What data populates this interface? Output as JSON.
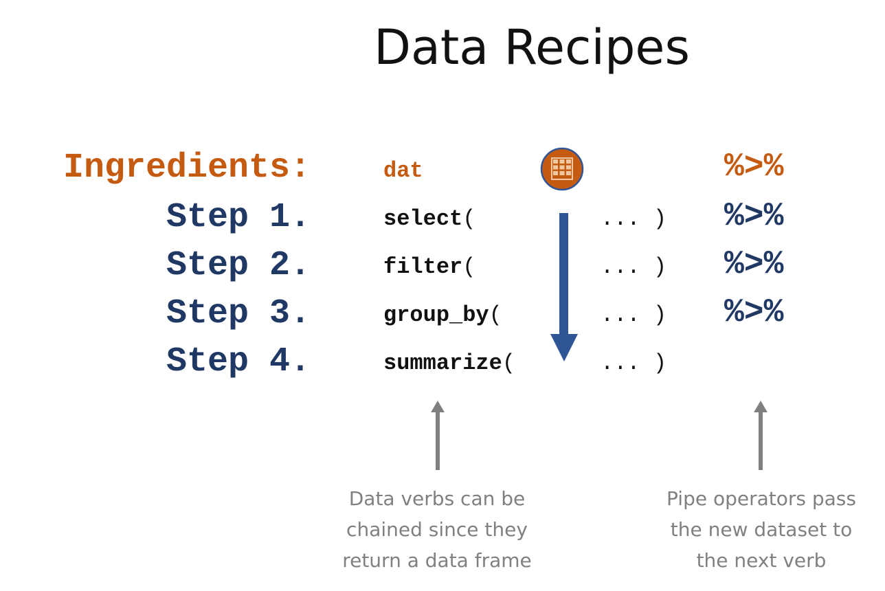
{
  "title": "Data Recipes",
  "steps": [
    {
      "label": "Ingredients:",
      "verb": "dat",
      "paren": "",
      "args": "",
      "pipe": "%>%"
    },
    {
      "label": "Step 1.",
      "verb": "select",
      "paren": "(",
      "args": "... )",
      "pipe": "%>%"
    },
    {
      "label": "Step 2.",
      "verb": "filter",
      "paren": "(",
      "args": "... )",
      "pipe": "%>%"
    },
    {
      "label": "Step 3.",
      "verb": "group_by",
      "paren": "(",
      "args": "... )",
      "pipe": "%>%"
    },
    {
      "label": "Step 4.",
      "verb": "summarize",
      "paren": "(",
      "args": "... )",
      "pipe": ""
    }
  ],
  "captions": {
    "verbs": [
      "Data verbs can be",
      "chained since they",
      "return a data frame"
    ],
    "pipes": [
      "Pipe operators pass",
      "the new dataset to",
      "the next verb"
    ]
  },
  "colors": {
    "ingredient": "#c55a11",
    "step": "#203864",
    "flow_arrow": "#2f5597",
    "note_arrow": "#808080",
    "caption": "#808080"
  },
  "icons": {
    "dataset": "table-grid-icon",
    "flow": "arrow-down-icon",
    "notes": "arrow-up-icon"
  }
}
